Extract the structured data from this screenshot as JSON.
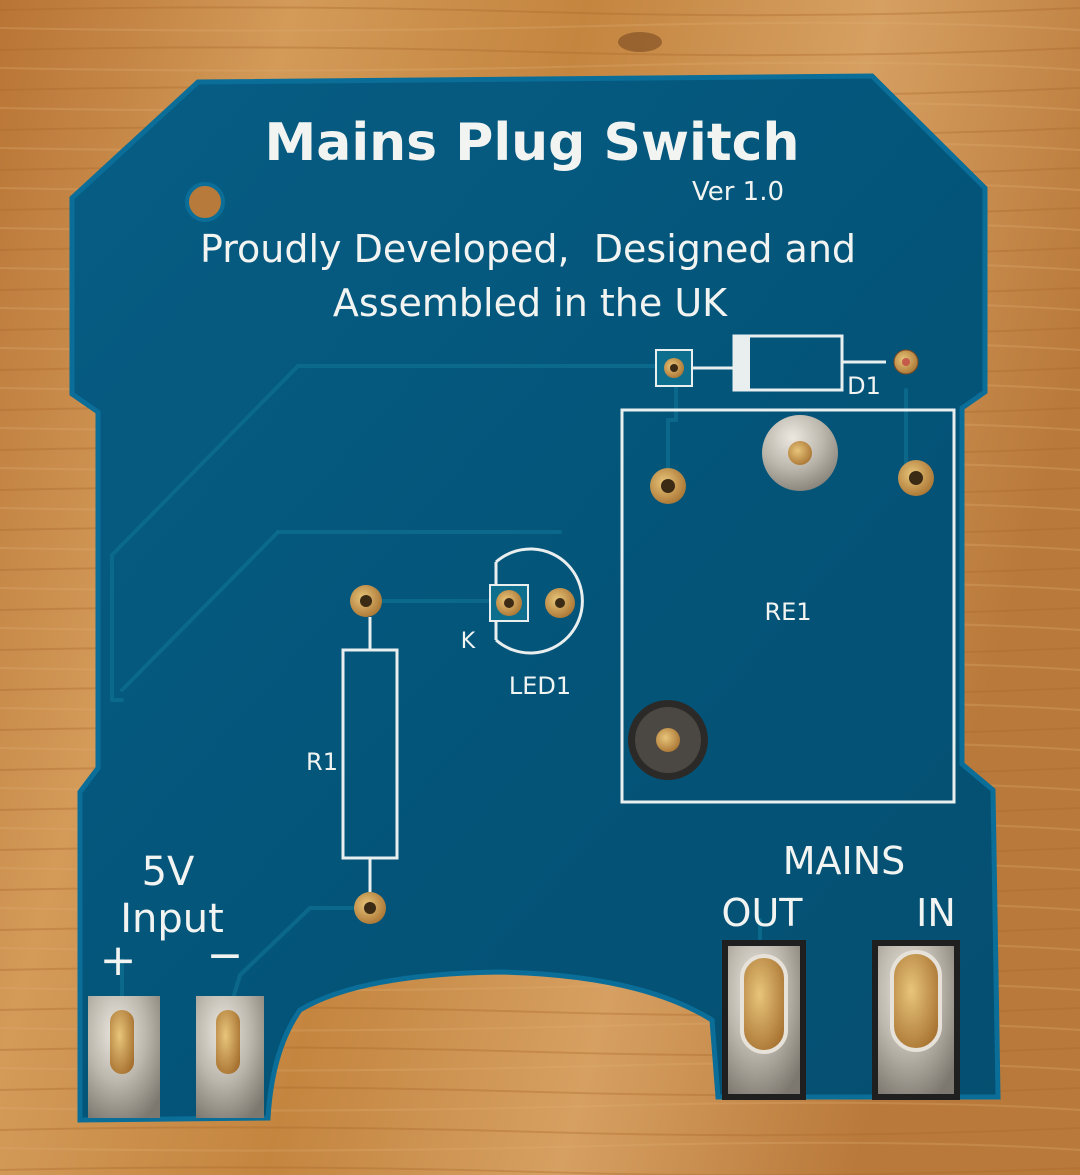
{
  "board": {
    "title": "Mains Plug Switch",
    "version": "Ver 1.0",
    "tagline_line1": "Proudly Developed,  Designed and",
    "tagline_line2": "Assembled in the UK"
  },
  "labels": {
    "d1": "D1",
    "re1": "RE1",
    "led1": "LED1",
    "led_k": "K",
    "r1": "R1",
    "input_5v": "5V",
    "input_word": "Input",
    "plus": "+",
    "minus": "−",
    "mains": "MAINS",
    "out": "OUT",
    "in": "IN"
  },
  "colors": {
    "wood": "#c98a48",
    "pcb": "#04567a",
    "pcb_edge": "#0a6e98",
    "copper": "#c9924a",
    "silk": "#f2f4f2",
    "tin": "#c9c5bd"
  }
}
